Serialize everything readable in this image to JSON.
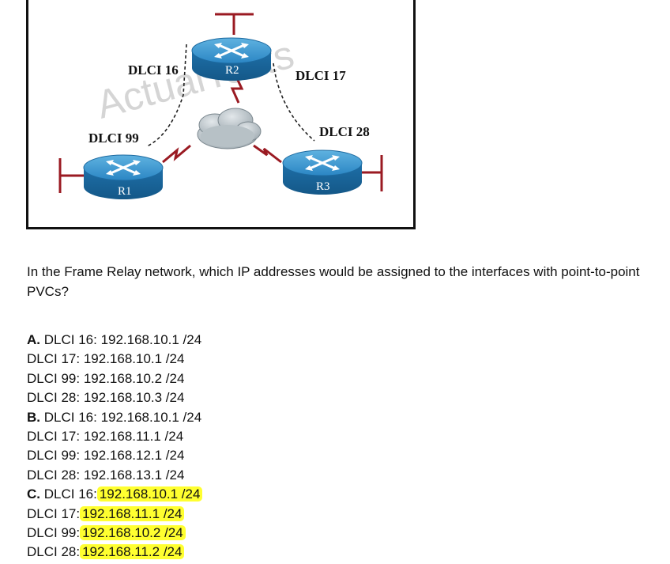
{
  "diagram": {
    "watermark": "ActualTests",
    "routers": [
      {
        "name": "R1"
      },
      {
        "name": "R2"
      },
      {
        "name": "R3"
      }
    ],
    "dlci_labels": {
      "r1": "DLCI 99",
      "r2_left": "DLCI 16",
      "r2_right": "DLCI 17",
      "r3": "DLCI 28"
    }
  },
  "question": "In the Frame Relay network, which IP addresses would be assigned to the interfaces with point-to-point PVCs?",
  "options": [
    {
      "letter": "A.",
      "lines": [
        {
          "label": "DLCI 16:",
          "value": "192.168.10.1 /24"
        },
        {
          "label": "DLCI 17:",
          "value": "192.168.10.1 /24"
        },
        {
          "label": "DLCI 99:",
          "value": "192.168.10.2 /24"
        },
        {
          "label": "DLCI 28:",
          "value": "192.168.10.3 /24"
        }
      ]
    },
    {
      "letter": "B.",
      "lines": [
        {
          "label": "DLCI 16:",
          "value": "192.168.10.1 /24"
        },
        {
          "label": "DLCI 17:",
          "value": "192.168.11.1 /24"
        },
        {
          "label": "DLCI 99:",
          "value": "192.168.12.1 /24"
        },
        {
          "label": "DLCI 28:",
          "value": "192.168.13.1 /24"
        }
      ]
    },
    {
      "letter": "C.",
      "highlighted": true,
      "lines": [
        {
          "label": "DLCI 16:",
          "value": "192.168.10.1 /24"
        },
        {
          "label": "DLCI 17:",
          "value": "192.168.11.1 /24"
        },
        {
          "label": "DLCI 99:",
          "value": "192.168.10.2 /24"
        },
        {
          "label": "DLCI 28:",
          "value": "192.168.11.2 /24"
        }
      ]
    }
  ],
  "colors": {
    "highlight": "#ffff30",
    "router_fill": "#1a78b8",
    "cloud": "#b9c3c8",
    "link": "#9a1a22"
  }
}
